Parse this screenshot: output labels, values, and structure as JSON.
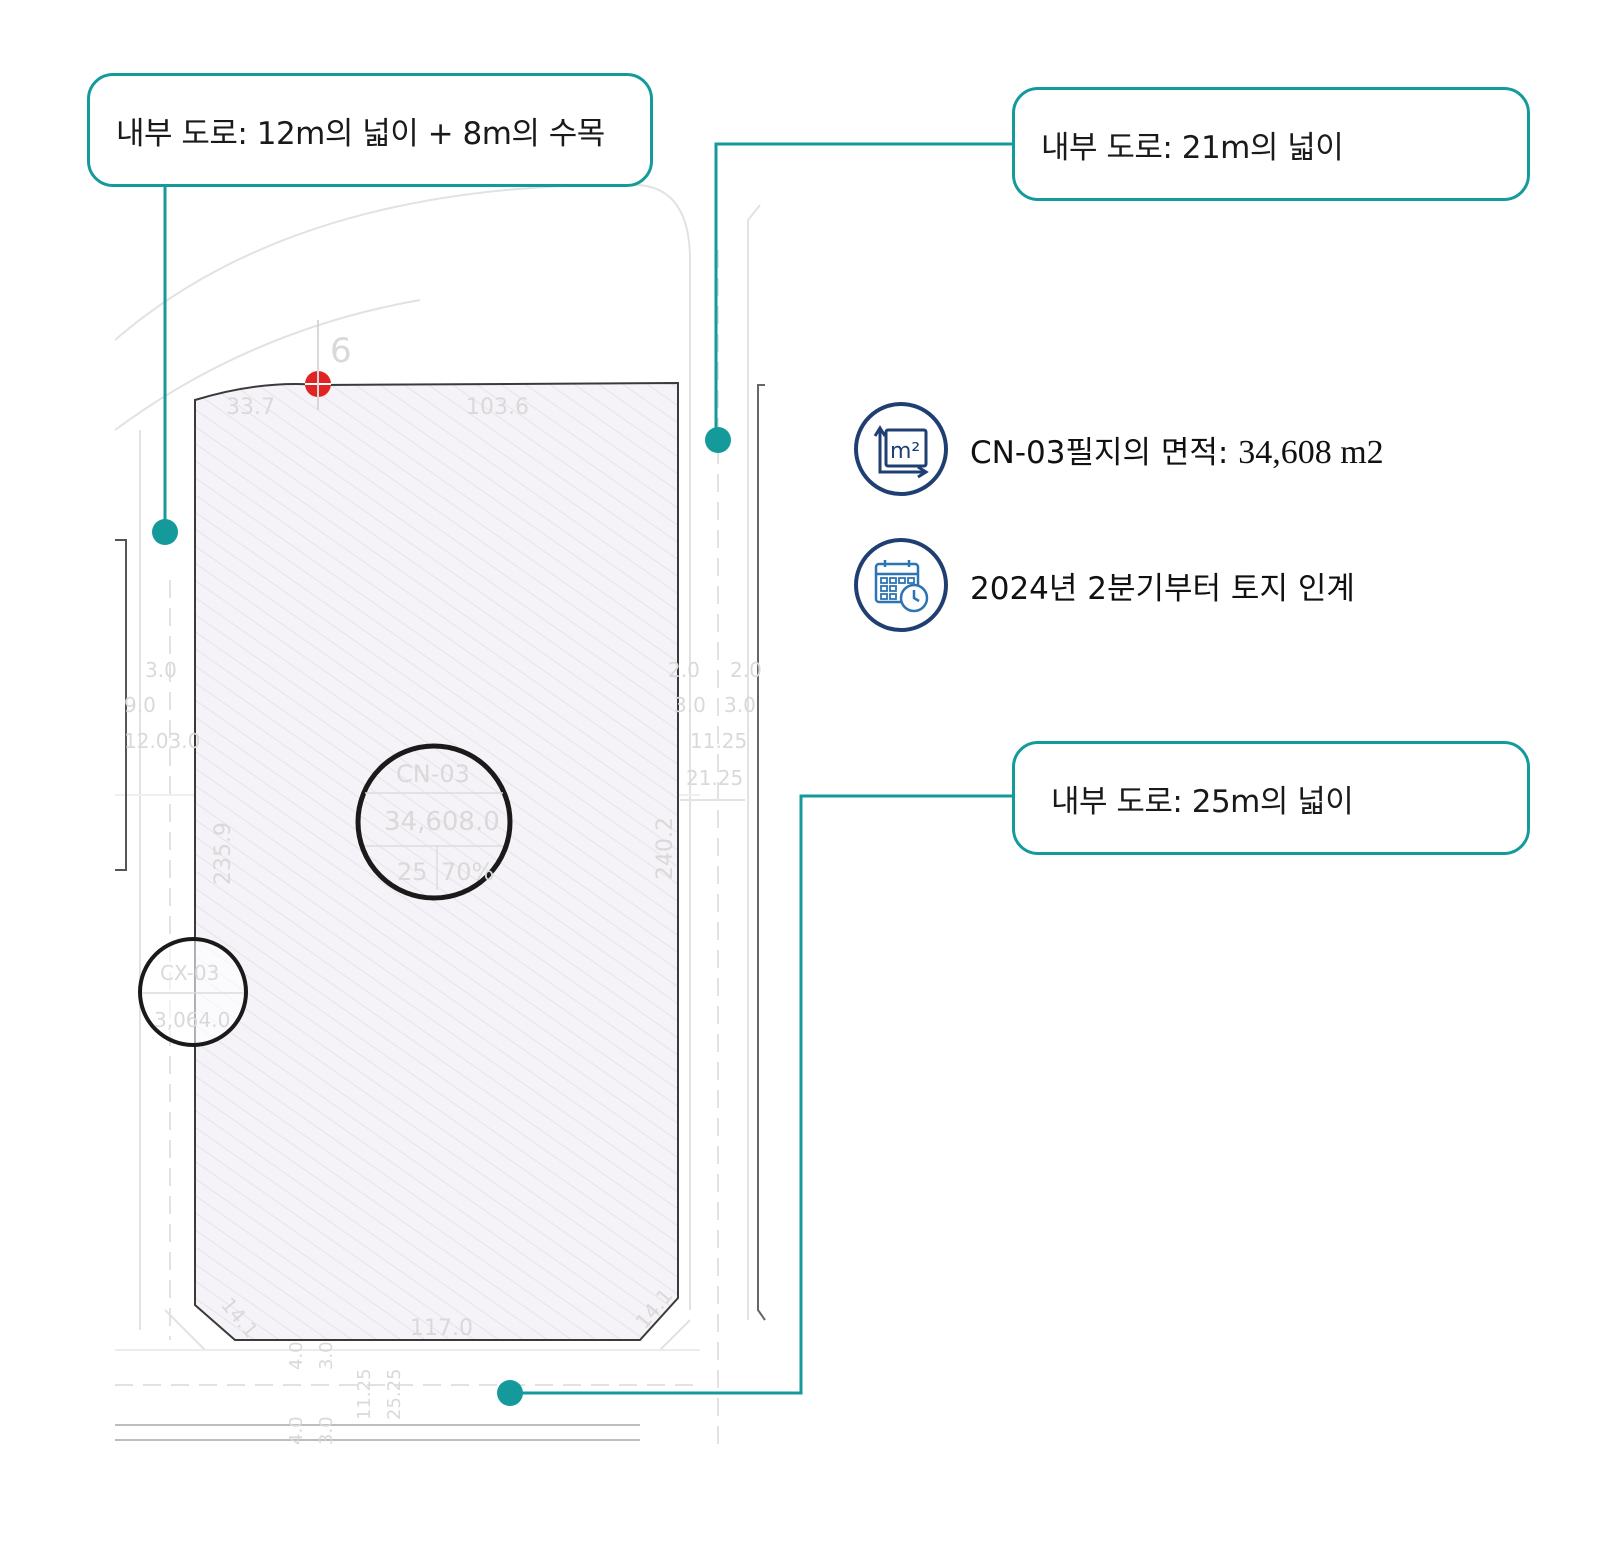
{
  "callouts": {
    "road_12m": "내부 도로: 12m의 넓이 + 8m의 수목",
    "road_21m": "내부 도로: 21m의 넓이",
    "road_25m": "내부 도로: 25m의 넓이"
  },
  "info": {
    "area_label": "CN-03필지의 면적: ",
    "area_value": "34,608 m2",
    "area_icon_text": "m²",
    "handover": "2024년 2분기부터 토지 인계"
  },
  "plan_labels": {
    "plot_main_id": "CN-03",
    "plot_main_area": "34,608.0",
    "plot_main_floors": "25",
    "plot_main_ratio": "70%",
    "plot_side_id": "CX-03",
    "plot_side_area": "3,064.0",
    "top_left_dim": "33.7",
    "top_dim": "103.6",
    "marker_num": "6",
    "left_side_dim": "235.9",
    "right_side_dim": "240.2",
    "bottom_dim": "117.0",
    "corner_dim": "14.1",
    "left_road_a": "3.0",
    "left_road_b": "9.0",
    "left_road_c": "12.03.0",
    "right_road_a": "2.0",
    "right_road_b": "3.0",
    "right_road_c": "11.25",
    "right_road_d": "21.25",
    "bottom_road_a": "4.0",
    "bottom_road_b": "3.0",
    "bottom_road_c": "11.25",
    "bottom_road_d": "25.25"
  },
  "colors": {
    "accent": "#159a9c",
    "icon_ring": "#1f3f73",
    "plot_fill": "#f4f2f6",
    "marker": "#e02424"
  }
}
